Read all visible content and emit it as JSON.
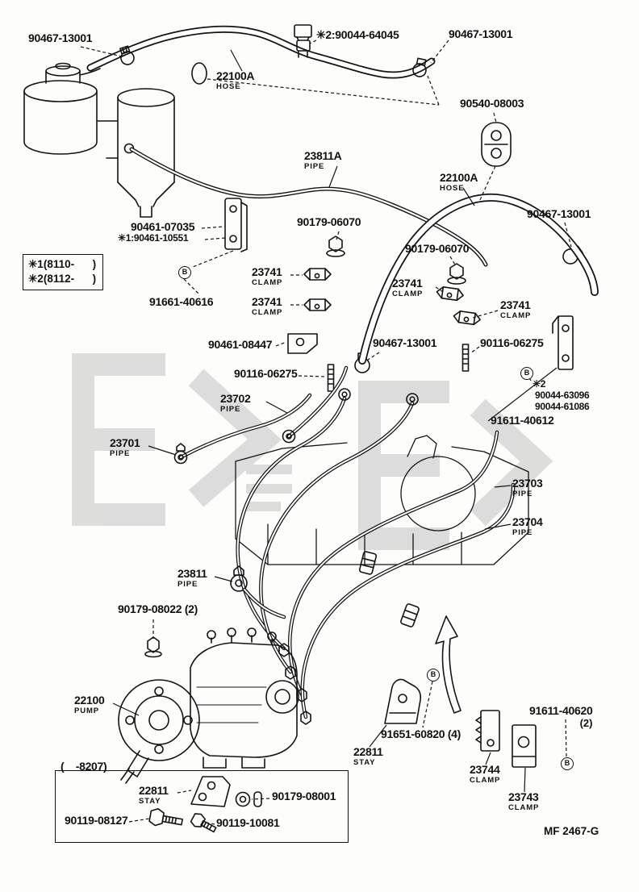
{
  "doc": {
    "footer_code": "MF 2467-G"
  },
  "markers": {
    "b": "B"
  },
  "note_box": {
    "line1": "✳1(8110-      )",
    "line2": "✳2(8112-      )"
  },
  "labels": {
    "clamp_top_left": {
      "text": "90467-13001"
    },
    "joint_top": {
      "text": "✳2:90044-64045"
    },
    "clamp_top_right": {
      "text": "90467-13001"
    },
    "hose_top": {
      "text": "22100A",
      "sub": "HOSE"
    },
    "grommet_90540": {
      "text": "90540-08003"
    },
    "pipe_23811a": {
      "text": "23811A",
      "sub": "PIPE"
    },
    "hose_right": {
      "text": "22100A",
      "sub": "HOSE"
    },
    "clamp_right": {
      "text": "90467-13001"
    },
    "bracket_07035": {
      "text": "90461-07035"
    },
    "bracket_10551": {
      "text": "✳1:90461-10551"
    },
    "nut_06070_a": {
      "text": "90179-06070"
    },
    "nut_06070_b": {
      "text": "90179-06070"
    },
    "clamp_23741_a": {
      "text": "23741",
      "sub": "CLAMP"
    },
    "bolt_40616": {
      "text": "91661-40616"
    },
    "clamp_23741_b": {
      "text": "23741",
      "sub": "CLAMP"
    },
    "clamp_23741_c": {
      "text": "23741",
      "sub": "CLAMP"
    },
    "clamp_23741_d": {
      "text": "23741",
      "sub": "CLAMP"
    },
    "bracket_08447": {
      "text": "90461-08447"
    },
    "clamp_mid": {
      "text": "90467-13001"
    },
    "stud_06275_r": {
      "text": "90116-06275"
    },
    "stud_06275_l": {
      "text": "90116-06275"
    },
    "pipe_23702": {
      "text": "23702",
      "sub": "PIPE"
    },
    "star2": {
      "text": "✳2"
    },
    "nut_63096": {
      "text": "90044-63096"
    },
    "nut_61086": {
      "text": "90044-61086"
    },
    "bracket_40612": {
      "text": "91611-40612"
    },
    "pipe_23701": {
      "text": "23701",
      "sub": "PIPE"
    },
    "pipe_23703": {
      "text": "23703",
      "sub": "PIPE"
    },
    "pipe_23704": {
      "text": "23704",
      "sub": "PIPE"
    },
    "pipe_23811": {
      "text": "23811",
      "sub": "PIPE"
    },
    "nut_08022": {
      "text": "90179-08022 (2)"
    },
    "pump_22100": {
      "text": "22100",
      "sub": "PUMP"
    },
    "bolt_60820": {
      "text": "91651-60820 (4)"
    },
    "stay_22811_a": {
      "text": "22811",
      "sub": "STAY"
    },
    "bolt_40620": {
      "text": "91611-40620",
      "qty": "(2)"
    },
    "clamp_23744": {
      "text": "23744",
      "sub": "CLAMP"
    },
    "clamp_23743": {
      "text": "23743",
      "sub": "CLAMP"
    },
    "range_8207": {
      "text": "(    -8207)"
    },
    "stay_22811_b": {
      "text": "22811",
      "sub": "STAY"
    },
    "grommet_08001": {
      "text": "90179-08001"
    },
    "bolt_08127": {
      "text": "90119-08127"
    },
    "bolt_10081": {
      "text": "90119-10081"
    }
  }
}
